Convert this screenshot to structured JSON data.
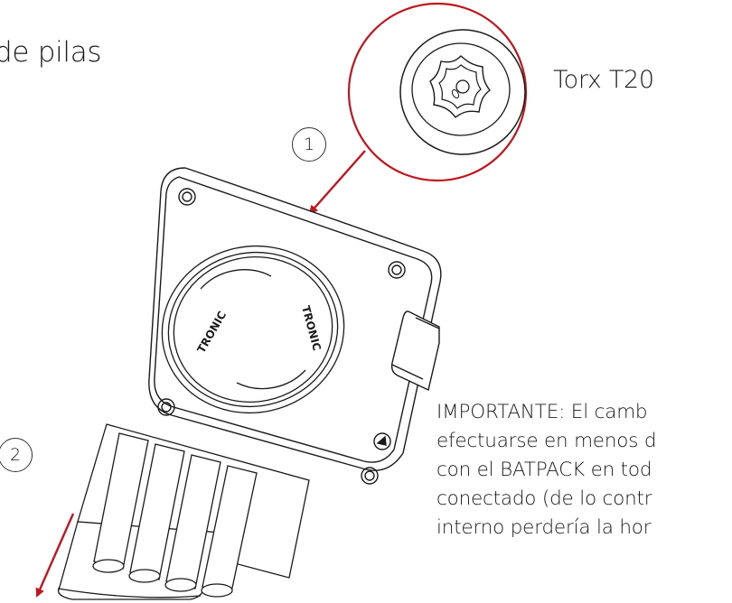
{
  "title": "de pilas",
  "callout_label": "Torx T20",
  "steps": [
    "1",
    "2"
  ],
  "lid_logo_text": "TRONIC",
  "note_lines": [
    "IMPORTANTE: El camb",
    "efectuarse en menos d",
    "con el BATPACK en tod",
    "conectado (de lo contr",
    "interno perdería la hor"
  ],
  "colors": {
    "arrow": "#c0161d",
    "line": "#1a1a1a"
  }
}
